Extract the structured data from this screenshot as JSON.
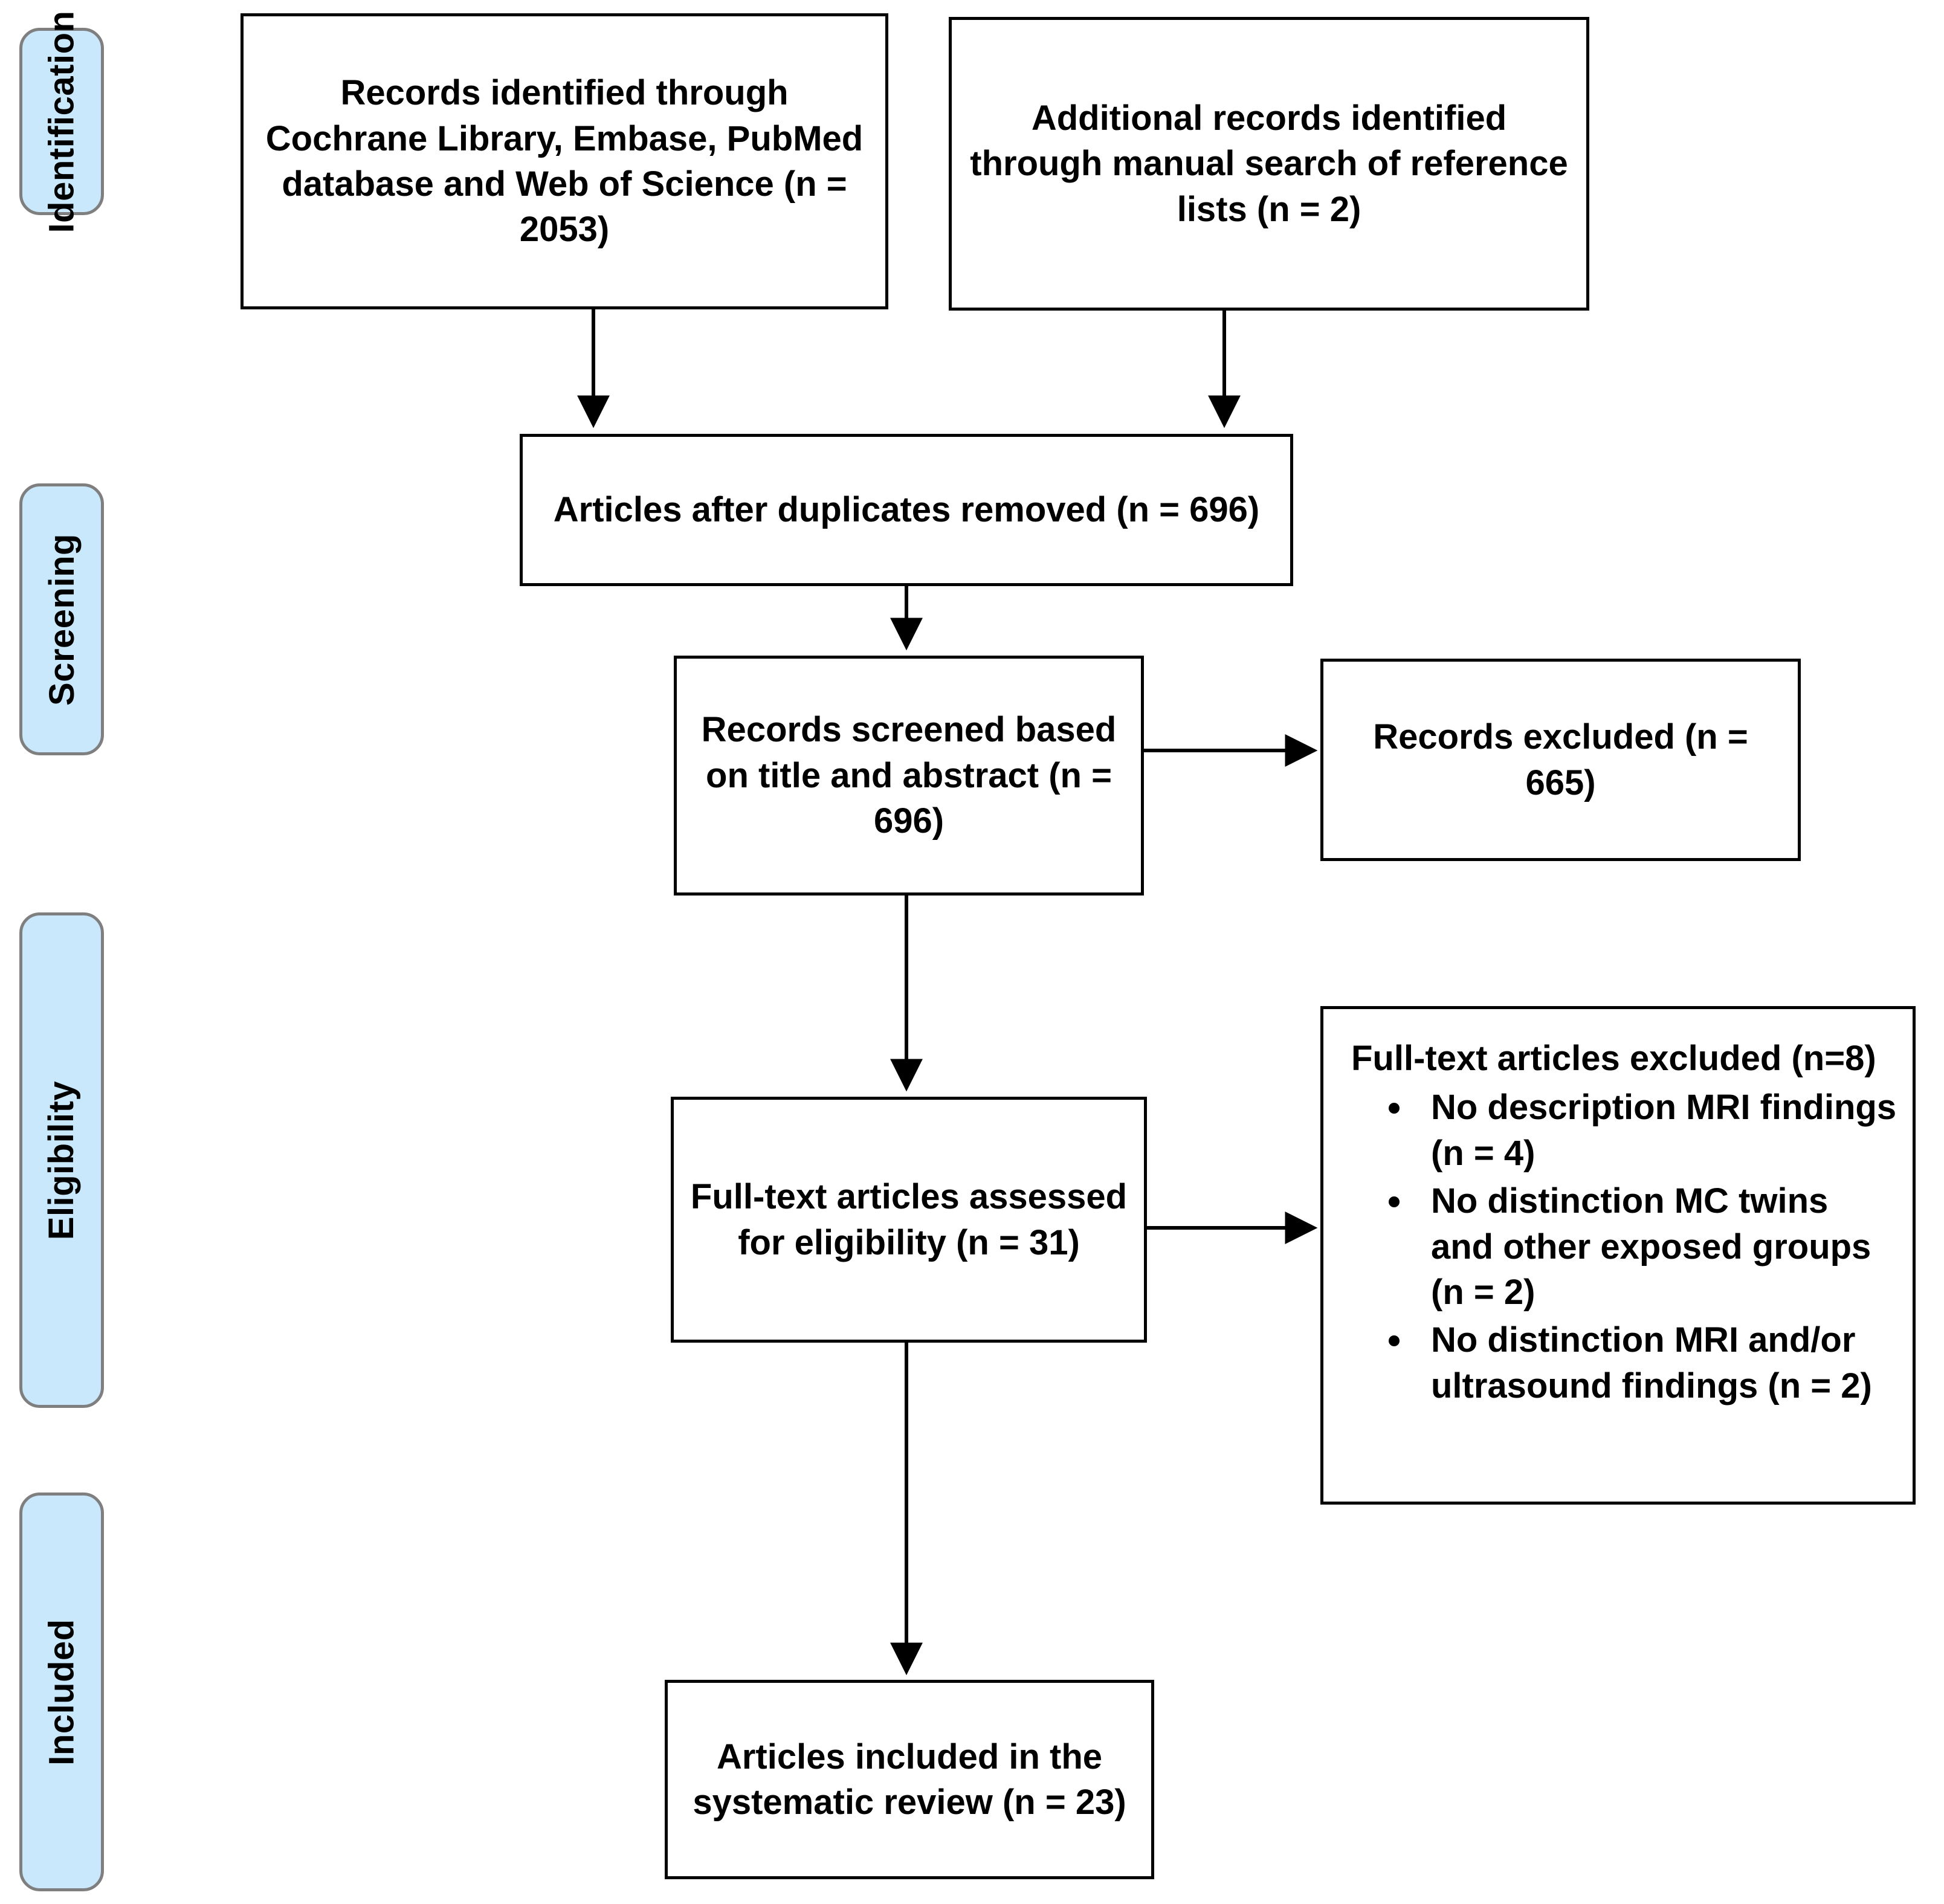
{
  "stages": [
    {
      "label": "Identification"
    },
    {
      "label": "Screening"
    },
    {
      "label": "Eligibility"
    },
    {
      "label": "Included"
    }
  ],
  "boxes": {
    "identified": "Records identified through Cochrane Library, Embase, PubMed database and Web of Science (n = 2053)",
    "additional": "Additional records identified through manual search of reference lists (n = 2)",
    "duplicates_removed": "Articles after duplicates removed (n = 696)",
    "screened": "Records screened based on title and abstract (n = 696)",
    "records_excluded": "Records excluded (n = 665)",
    "fulltext_assessed": "Full-text articles assessed for eligibility (n = 31)",
    "fulltext_excluded_title": "Full-text articles excluded (n=8)",
    "fulltext_excluded_reasons": [
      "No description MRI findings (n = 4)",
      "No distinction MC twins and other exposed groups (n = 2)",
      "No distinction MRI and/or ultrasound findings (n = 2)"
    ],
    "included": "Articles included in the systematic review (n = 23)"
  },
  "counts": {
    "identified": 2053,
    "additional": 2,
    "duplicates_removed": 696,
    "screened": 696,
    "records_excluded": 665,
    "fulltext_assessed": 31,
    "fulltext_excluded": 8,
    "reason_no_mri_description": 4,
    "reason_no_distinction_mc_twins": 2,
    "reason_no_distinction_mri_us": 2,
    "included": 23
  },
  "colors": {
    "stage_fill": "#c9e8fc",
    "stage_border": "#7f7f7f",
    "box_border": "#000000",
    "arrow": "#000000",
    "background": "#ffffff"
  }
}
